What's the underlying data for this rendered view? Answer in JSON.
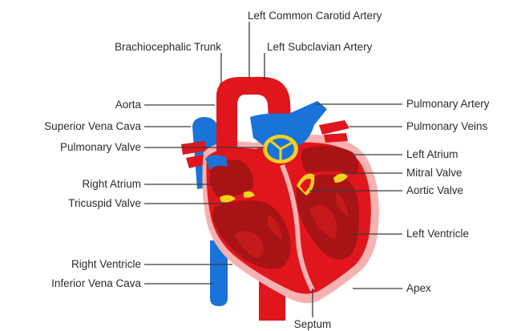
{
  "labels": {
    "left_common_carotid_artery": "Left Common Carotid Artery",
    "brachiocephalic_trunk": "Brachiocephalic Trunk",
    "left_subclavian_artery": "Left Subclavian Artery",
    "aorta": "Aorta",
    "superior_vena_cava": "Superior Vena Cava",
    "pulmonary_valve": "Pulmonary Valve",
    "right_atrium": "Right Atrium",
    "tricuspid_valve": "Tricuspid Valve",
    "right_ventricle": "Right Ventricle",
    "inferior_vena_cava": "Inferior Vena Cava",
    "pulmonary_artery": "Pulmonary Artery",
    "pulmonary_veins": "Pulmonary Veins",
    "left_atrium": "Left Atrium",
    "mitral_valve": "Mitral Valve",
    "aortic_valve": "Aortic Valve",
    "left_ventricle": "Left Ventricle",
    "apex": "Apex",
    "septum": "Septum"
  },
  "colors": {
    "oxygenated": "#e0161c",
    "deoxygenated": "#1a73d9",
    "chamber": "#a81416",
    "chamber_light": "#c41a1c",
    "pericardium": "#f6b1b1",
    "valve_yellow": "#f3d21c",
    "line": "#3a3a3a"
  }
}
